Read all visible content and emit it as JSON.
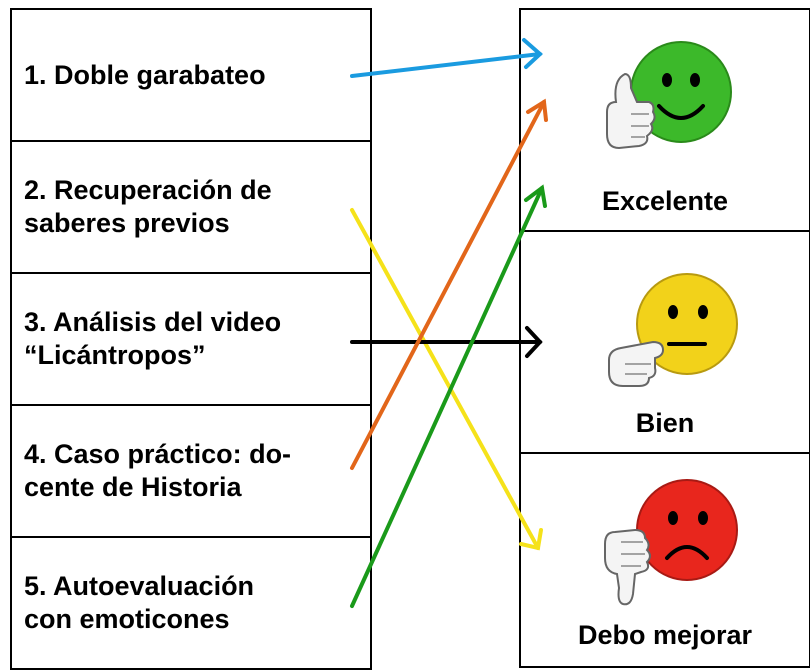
{
  "activities": [
    {
      "label": "1. Doble garabateo"
    },
    {
      "label": "2. Recuperación de\nsaberes previos"
    },
    {
      "label": "3. Análisis del video\n“Licántropos”"
    },
    {
      "label": "4. Caso práctico: do-\ncente de Historia"
    },
    {
      "label": "5. Autoevaluación\ncon emoticones"
    }
  ],
  "ratings": [
    {
      "label": "Excelente",
      "face": "thumbs-up-smiley-icon",
      "color": "#3cb92a"
    },
    {
      "label": "Bien",
      "face": "thumbs-sideways-neutral-icon",
      "color": "#f2d21a"
    },
    {
      "label": "Debo mejorar",
      "face": "thumbs-down-sad-icon",
      "color": "#e8261d"
    }
  ],
  "connections": [
    {
      "from": "1. Doble garabateo",
      "to": "Excelente",
      "color": "#1a9be0"
    },
    {
      "from": "2. Recuperación de saberes previos",
      "to": "Debo mejorar",
      "color": "#f5e21a"
    },
    {
      "from": "3. Análisis del video “Licántropos”",
      "to": "Bien",
      "color": "#000000"
    },
    {
      "from": "4. Caso práctico: docente de Historia",
      "to": "Excelente",
      "color": "#e2661a"
    },
    {
      "from": "5. Autoevaluación con emoticones",
      "to": "Excelente",
      "color": "#1a9a1a"
    }
  ]
}
